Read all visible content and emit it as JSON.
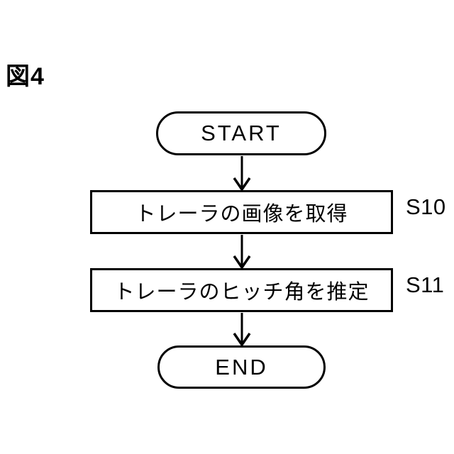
{
  "figure": {
    "label": "図4"
  },
  "flowchart": {
    "start": {
      "label": "START"
    },
    "steps": [
      {
        "id": "S10",
        "label": "トレーラの画像を取得"
      },
      {
        "id": "S11",
        "label": "トレーラのヒッチ角を推定"
      }
    ],
    "end": {
      "label": "END"
    }
  },
  "colors": {
    "stroke": "#000000",
    "background": "#ffffff"
  }
}
